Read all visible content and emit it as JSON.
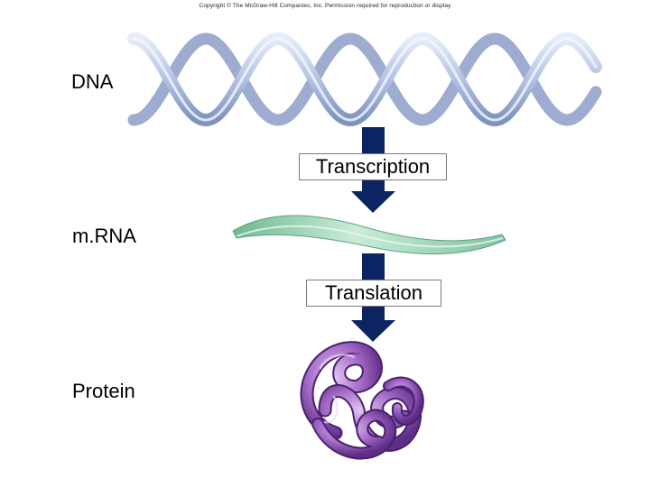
{
  "copyright": "Copyright © The McGraw-Hill Companies, Inc. Permission required for reproduction or display",
  "stages": {
    "dna": "DNA",
    "mrna": "m.RNA",
    "protein": "Protein"
  },
  "processes": {
    "transcription": "Transcription",
    "translation": "Translation"
  },
  "colors": {
    "dna_strand": "#b9c6e6",
    "dna_rung": "#ffffff",
    "arrow": "#0d2463",
    "mrna": "#8fcfae",
    "protein": "#9a62c2"
  }
}
